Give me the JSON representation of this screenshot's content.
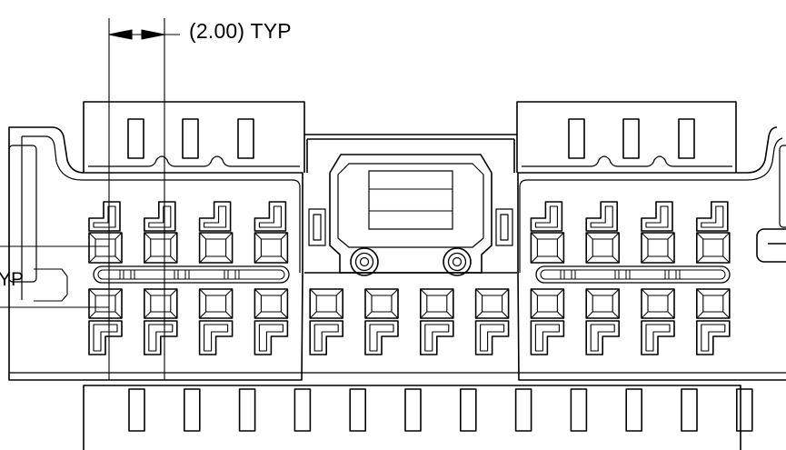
{
  "dimensions": {
    "pitch_label": "(2.00) TYP",
    "left_label": "YP"
  },
  "connector": {
    "upper_contact_count": 8,
    "lower_contact_count": 12,
    "pin_count": 12
  },
  "colors": {
    "line": "#000000",
    "background": "#ffffff"
  }
}
